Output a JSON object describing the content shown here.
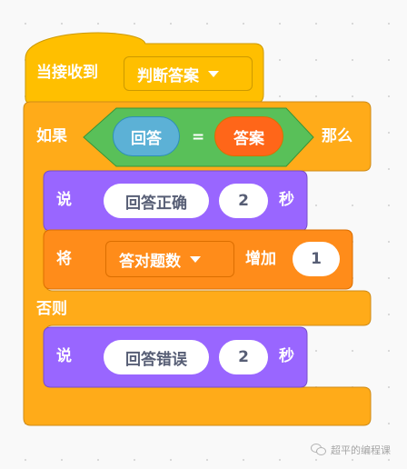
{
  "hat": {
    "label": "当接收到",
    "message": "判断答案"
  },
  "if_block": {
    "label_if": "如果",
    "label_then": "那么",
    "label_else": "否则",
    "condition": {
      "left": "回答",
      "operator": "=",
      "right": "答案"
    }
  },
  "then_branch": {
    "say": {
      "label": "说",
      "text": "回答正确",
      "seconds": "2",
      "unit": "秒"
    },
    "change": {
      "label": "将",
      "variable": "答对题数",
      "by_label": "增加",
      "value": "1"
    }
  },
  "else_branch": {
    "say": {
      "label": "说",
      "text": "回答错误",
      "seconds": "2",
      "unit": "秒"
    }
  },
  "watermark": {
    "text": "超平的编程课"
  },
  "colors": {
    "events": "#ffbf00",
    "events_border": "#cc9900",
    "control": "#ffab19",
    "control_border": "#cf8b17",
    "looks": "#9966ff",
    "looks_border": "#774dcb",
    "operators": "#59c059",
    "operators_border": "#389438",
    "sensing": "#5cb1d6",
    "sensing_border": "#2e8eb8",
    "variables": "#ff8c1a",
    "variables_border": "#db6e00",
    "custom_reporter": "#ff6619"
  }
}
